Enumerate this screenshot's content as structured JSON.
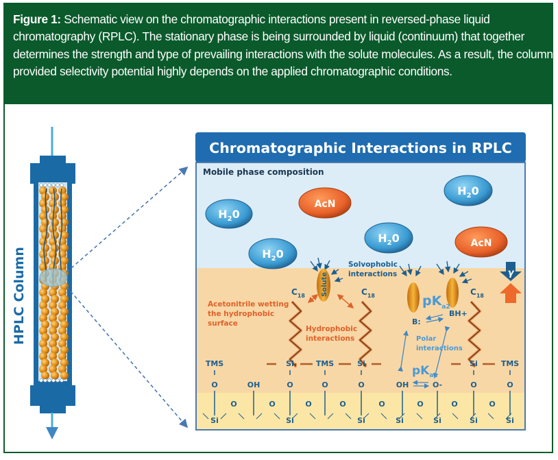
{
  "caption": {
    "label": "Figure 1:",
    "text": " Schematic view on the chromatographic interactions present in reversed-phase liquid chromatography (RPLC). The stationary phase is being surrounded by liquid (continuum) that together determines the strength and type of prevailing interactions with the solute molecules. As a result, the column provided selectivity potential highly depends on the applied chromatographic conditions."
  },
  "column": {
    "label": "HPLC Column"
  },
  "panel": {
    "title": "Chromatographic Interactions in RPLC",
    "mobile_phase_label": "Mobile phase composition",
    "molecules": [
      {
        "kind": "water",
        "label": "H",
        "sub": "2",
        "tail": "0"
      },
      {
        "kind": "acn",
        "label": "AcN"
      },
      {
        "kind": "water",
        "label": "H",
        "sub": "2",
        "tail": "0"
      },
      {
        "kind": "water",
        "label": "H",
        "sub": "2",
        "tail": "0"
      },
      {
        "kind": "water",
        "label": "H",
        "sub": "2",
        "tail": "0"
      },
      {
        "kind": "acn",
        "label": "AcN"
      }
    ],
    "solute_label": "Solute",
    "solvophobic_line1": "Solvophobic",
    "solvophobic_line2": "interactions",
    "acn_wetting_line1": "Acetonitrile wetting",
    "acn_wetting_line2": "the hydrophobic",
    "acn_wetting_line3": "surface",
    "hydrophobic_line1": "Hydrophobic",
    "hydrophobic_line2": "interactions",
    "polar_line1": "Polar",
    "polar_line2": "interactions",
    "c18_main": "C",
    "c18_sub": "18",
    "pka2_main": "pK",
    "pka2_sub": "a2",
    "pka1_main": "pK",
    "pka1_sub": "a1",
    "base_label": "B:",
    "acid_label": "BH+",
    "gamma_label": "γ",
    "surface_top": [
      "TMS",
      "Si",
      "TMS",
      "Si",
      "Si",
      "TMS"
    ],
    "surface_mid": [
      "O",
      "OH",
      "O",
      "O",
      "O",
      "OH",
      "O-",
      "O",
      "O"
    ],
    "siloxane_o": "O",
    "silicon": "Si"
  },
  "colors": {
    "caption_bg": "#0b5a2c",
    "column_blue": "#1a6aa6",
    "bead_orange": "#e6931c",
    "panel_title_bg": "#1f6cb0",
    "mobile_phase_bg": "#dcedf7",
    "stationary_bg": "#f8d7a6",
    "silica_bg": "#fbe6a6",
    "water_blue": "#3a9bd2",
    "acn_orange": "#e8622a",
    "text_blue": "#1d5e8e",
    "text_orange": "#e0612a",
    "pk_blue": "#4b9ad6"
  }
}
